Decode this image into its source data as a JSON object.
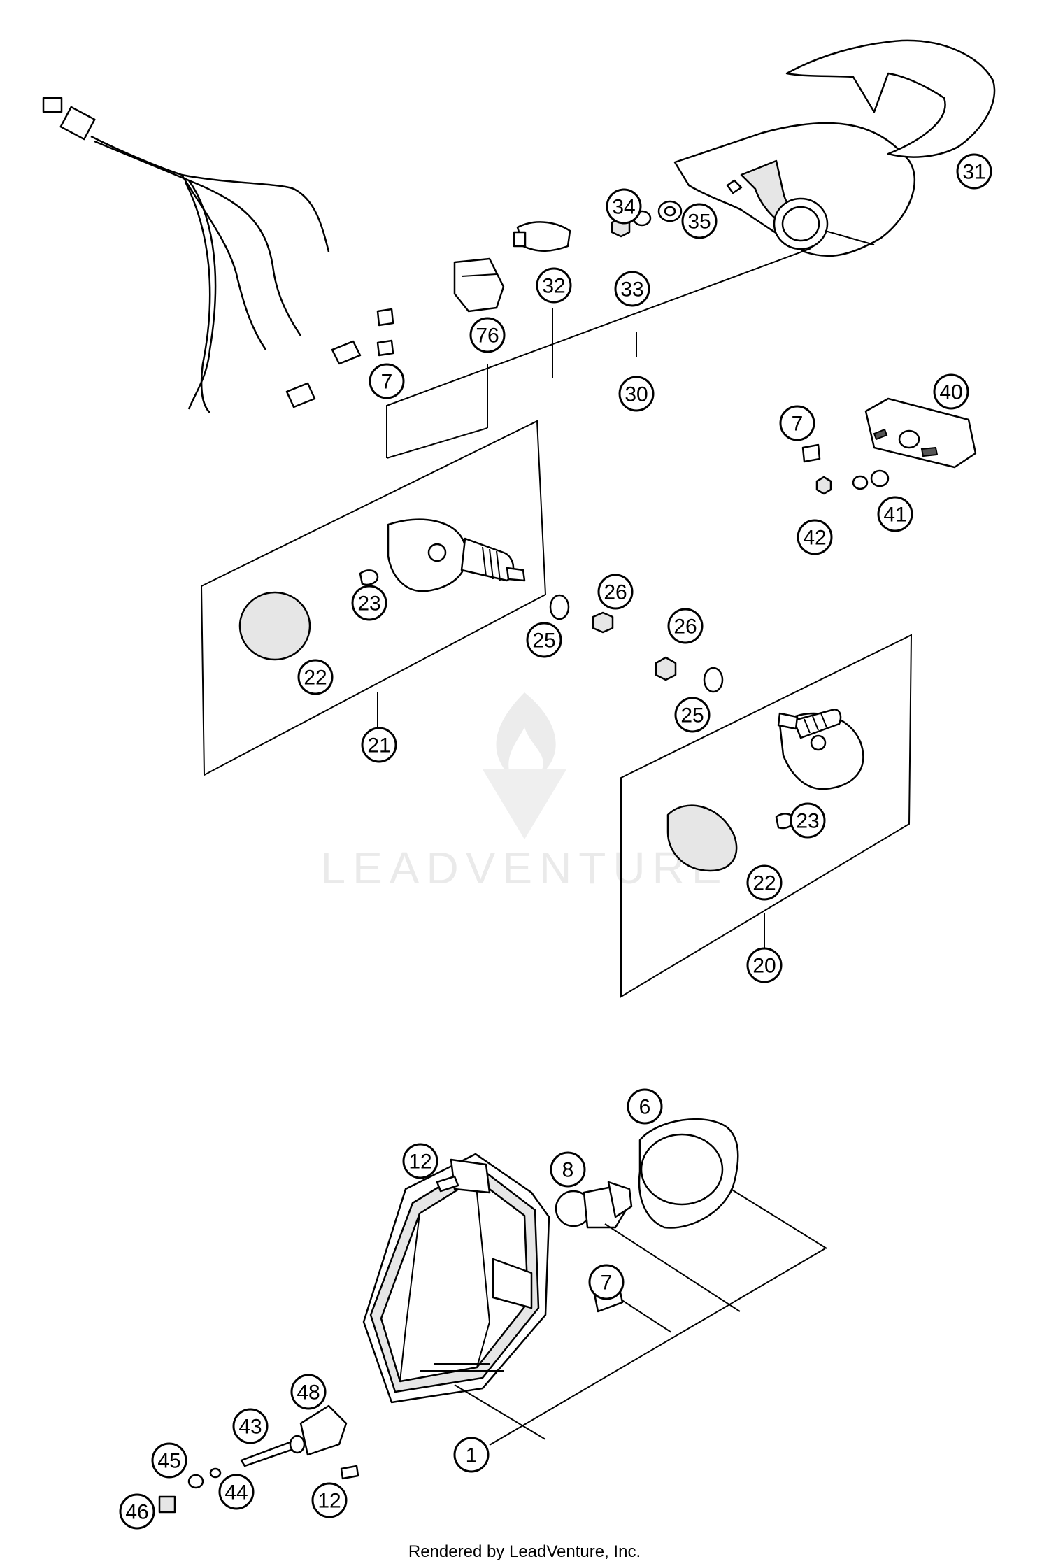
{
  "callouts": [
    {
      "label": "31"
    },
    {
      "label": "34"
    },
    {
      "label": "35"
    },
    {
      "label": "33"
    },
    {
      "label": "32"
    },
    {
      "label": "76"
    },
    {
      "label": "30"
    },
    {
      "label": "7"
    },
    {
      "label": "7"
    },
    {
      "label": "40"
    },
    {
      "label": "41"
    },
    {
      "label": "42"
    },
    {
      "label": "23"
    },
    {
      "label": "22"
    },
    {
      "label": "21"
    },
    {
      "label": "26"
    },
    {
      "label": "25"
    },
    {
      "label": "26"
    },
    {
      "label": "25"
    },
    {
      "label": "23"
    },
    {
      "label": "22"
    },
    {
      "label": "20"
    },
    {
      "label": "6"
    },
    {
      "label": "12"
    },
    {
      "label": "8"
    },
    {
      "label": "7"
    },
    {
      "label": "48"
    },
    {
      "label": "43"
    },
    {
      "label": "1"
    },
    {
      "label": "45"
    },
    {
      "label": "44"
    },
    {
      "label": "12"
    },
    {
      "label": "46"
    }
  ],
  "watermark": {
    "text": "LEADVENTURE"
  },
  "footer": {
    "text": "Rendered by LeadVenture, Inc."
  }
}
